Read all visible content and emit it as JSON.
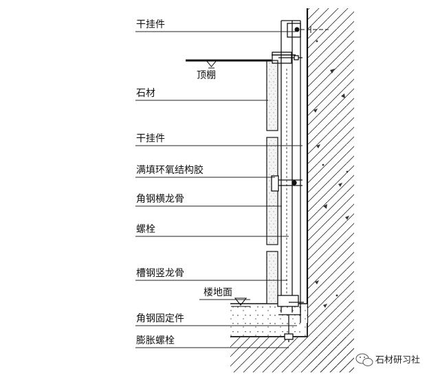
{
  "labels": {
    "dry_hanger_top": "干挂件",
    "ceiling": "顶棚",
    "stone": "石材",
    "dry_hanger_mid": "干挂件",
    "epoxy_glue": "满填环氧结构胶",
    "angle_steel_keel": "角钢横龙骨",
    "bolt": "螺栓",
    "channel_steel_keel": "槽钢竖龙骨",
    "floor_surface": "楼地面",
    "angle_steel_fixer": "角钢固定件",
    "expansion_bolt": "膨胀螺栓"
  },
  "watermark": {
    "text": "石材研习社",
    "icon": "wechat-icon"
  },
  "colors": {
    "line": "#111111",
    "hatch": "#333333",
    "leader": "#222222"
  }
}
